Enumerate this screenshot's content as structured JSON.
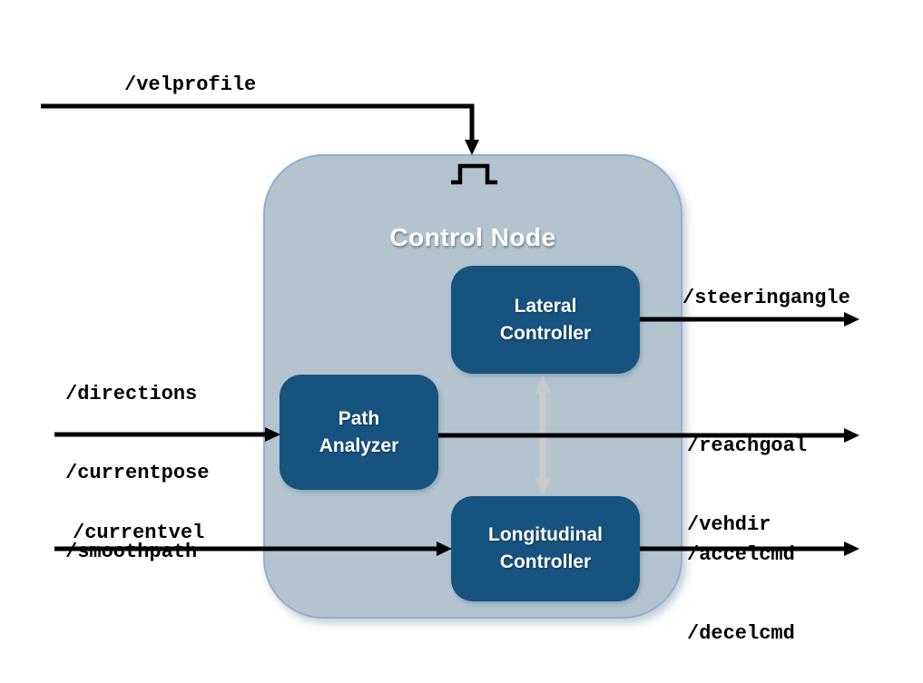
{
  "diagram": {
    "title": "Control Node",
    "blocks": {
      "lateral": {
        "label": "Lateral\nController"
      },
      "path_analyzer": {
        "label": "Path\nAnalyzer"
      },
      "longitudinal": {
        "label": "Longitudinal\nController"
      }
    },
    "inputs": {
      "velprofile": "/velprofile",
      "path_topics": [
        "/directions",
        "/currentpose",
        "/smoothpath"
      ],
      "currentvel": "/currentvel"
    },
    "outputs": {
      "steeringangle": "/steeringangle",
      "path_outputs": [
        "/reachgoal",
        "/vehdir"
      ],
      "longitudinal_outputs": [
        "/accelcmd",
        "/decelcmd"
      ]
    },
    "icons": {
      "pulse": "pulse-wave-icon"
    },
    "colors": {
      "container_fill": "#B3C4CF",
      "container_border": "#93AED4",
      "block_fill": "#16537F",
      "block_text": "#FFFFFF",
      "title_text": "#FFFFFF",
      "arrow_black": "#000000",
      "arrow_gray": "#C9C9C9",
      "label_text": "#000000",
      "background": "#FFFFFF"
    }
  }
}
